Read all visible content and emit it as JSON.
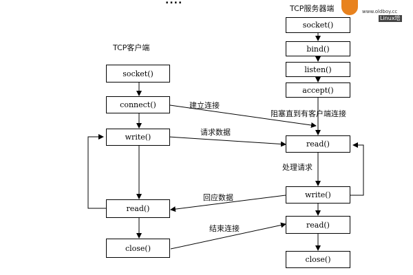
{
  "header": {
    "top_text": "...."
  },
  "logo": {
    "mark_text": "",
    "url": "www.oldboy.cc",
    "tag": "Linux培"
  },
  "client": {
    "title": "TCP客户端",
    "steps": {
      "socket": "socket()",
      "connect": "connect()",
      "write": "write()",
      "read": "read()",
      "close": "close()"
    }
  },
  "server": {
    "title": "TCP服务器端",
    "steps": {
      "socket": "socket()",
      "bind": "bind()",
      "listen": "listen()",
      "accept": "accept()",
      "read": "read()",
      "write": "write()",
      "read2": "read()",
      "close": "close()"
    }
  },
  "messages": {
    "connect": "建立连接",
    "block": "阻塞直到有客户端连接",
    "request": "请求数据",
    "process": "处理请求",
    "reply": "回应数据",
    "end": "结束连接"
  }
}
